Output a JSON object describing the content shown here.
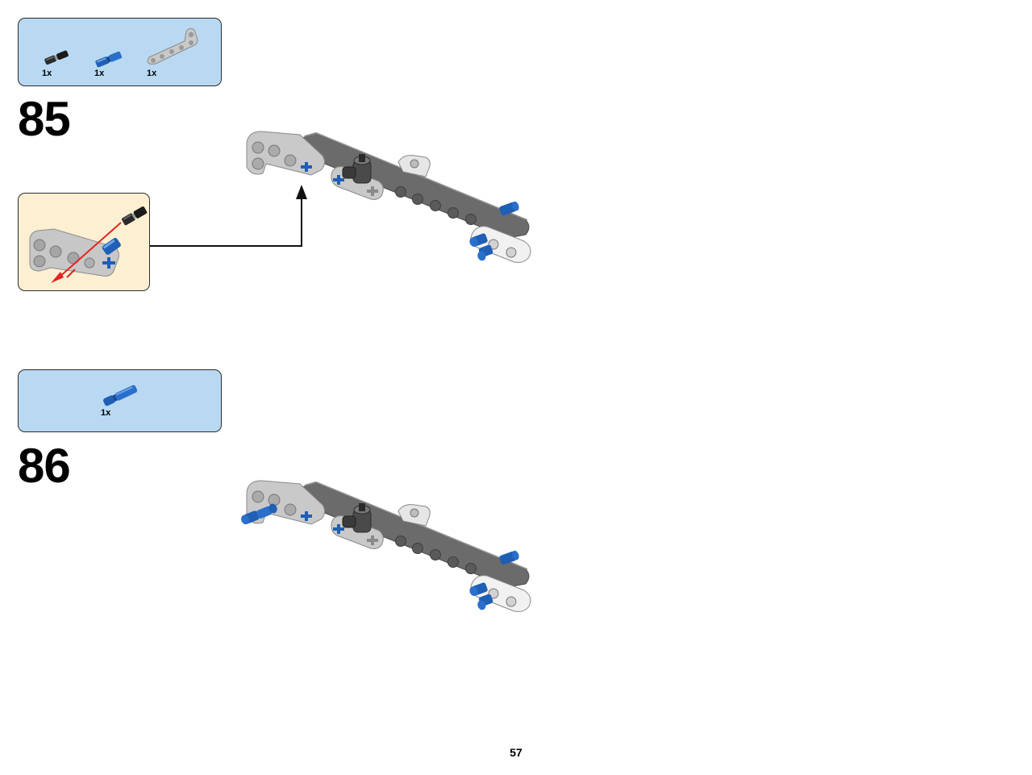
{
  "steps": [
    {
      "number": "85",
      "parts": [
        {
          "qty": "1x",
          "icon": "black-axle-pin-icon"
        },
        {
          "qty": "1x",
          "icon": "blue-axle-pin-icon"
        },
        {
          "qty": "1x",
          "icon": "grey-angle-beam-icon"
        }
      ]
    },
    {
      "number": "86",
      "parts": [
        {
          "qty": "1x",
          "icon": "blue-pin-icon"
        }
      ]
    }
  ],
  "page": {
    "number": "57"
  },
  "colors": {
    "parts_box": "#b9d9f3",
    "subassembly_box": "#fdf0d2",
    "beam_dark": "#6b6b6b",
    "beam_light": "#cfcfcf",
    "pin_blue": "#1f5fb5",
    "arrow_red": "#e32222"
  }
}
